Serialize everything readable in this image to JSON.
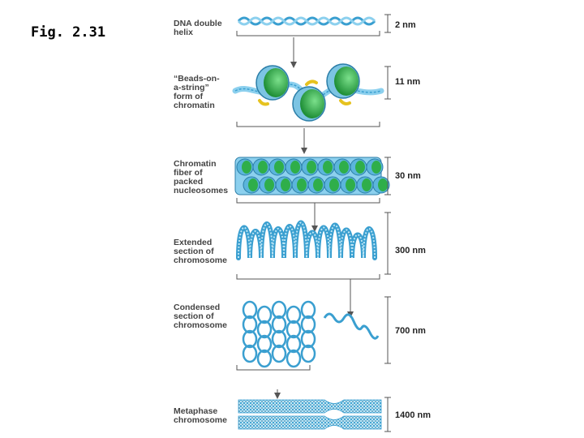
{
  "figure_label": "Fig. 2.31",
  "stages": [
    {
      "label_lines": [
        "DNA double",
        "helix"
      ],
      "scale": "2 nm"
    },
    {
      "label_lines": [
        "“Beads-on-",
        "a-string”",
        "form of",
        "chromatin"
      ],
      "scale": "11 nm"
    },
    {
      "label_lines": [
        "Chromatin",
        "fiber of",
        "packed",
        "nucleosomes"
      ],
      "scale": "30 nm"
    },
    {
      "label_lines": [
        "Extended",
        "section of",
        "chromosome"
      ],
      "scale": "300 nm"
    },
    {
      "label_lines": [
        "Condensed",
        "section of",
        "chromosome"
      ],
      "scale": "700 nm"
    },
    {
      "label_lines": [
        "Metaphase",
        "chromosome"
      ],
      "scale": "1400 nm"
    }
  ],
  "colors": {
    "strand": "#3a9fd0",
    "strand_light": "#8cd0ee",
    "histone": "#2fae4a",
    "linker": "#e6c21f",
    "scale_bar": "#555555"
  }
}
